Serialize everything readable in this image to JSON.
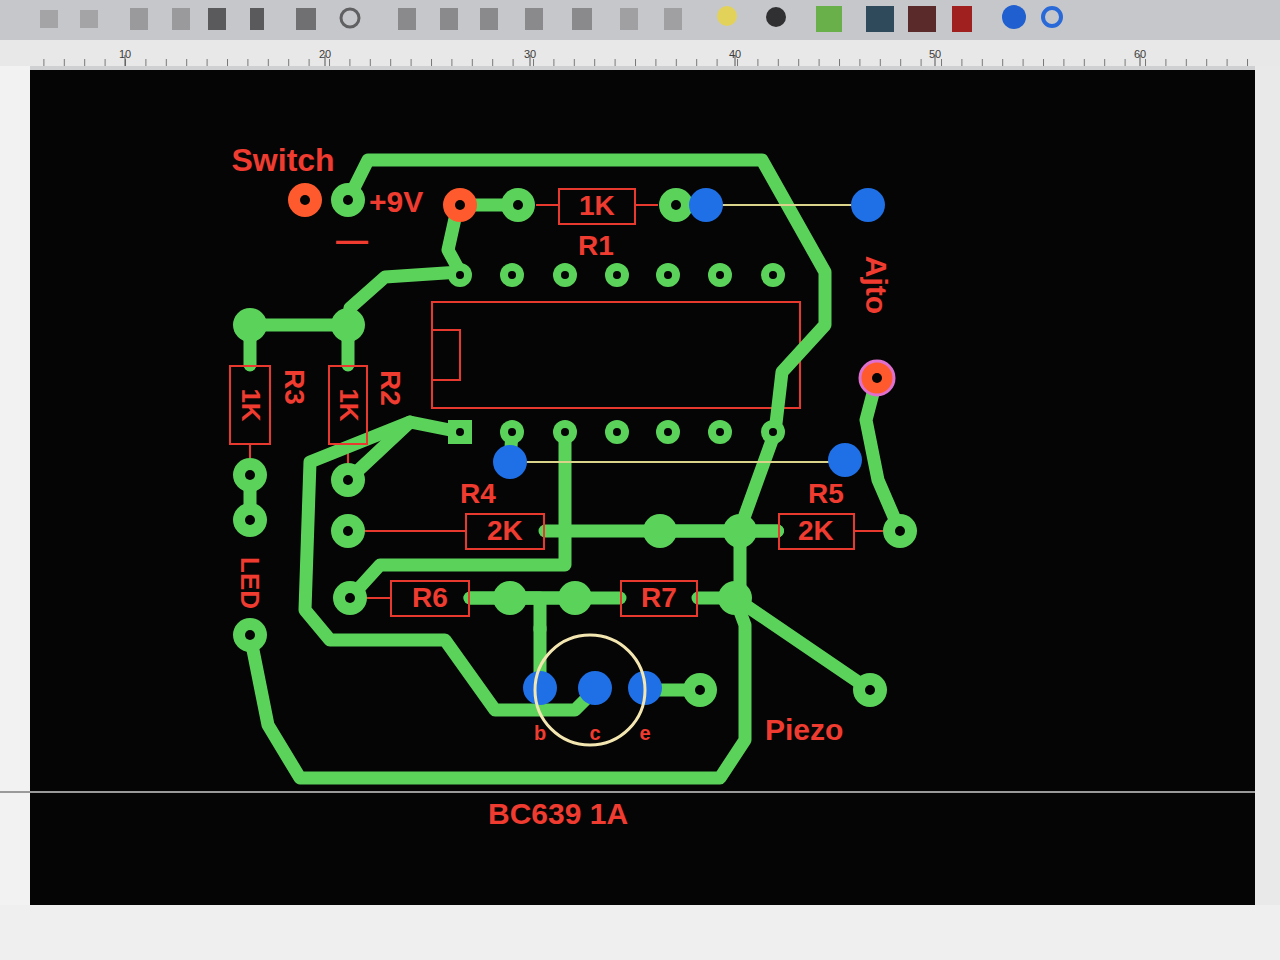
{
  "diagram": {
    "nodes": [
      {
        "text": [
          "1K",
          "R1"
        ]
      },
      {
        "text": [
          "1K",
          "R3"
        ]
      },
      {
        "text": [
          "1K",
          "R2"
        ]
      },
      {
        "text": [
          "2K",
          "R4"
        ]
      },
      {
        "text": [
          "2K",
          "R5"
        ]
      },
      {
        "text": [
          "R6"
        ]
      },
      {
        "text": [
          "R7"
        ]
      },
      {
        "text": [
          "b",
          "c",
          "e",
          "BC639 1A"
        ]
      }
    ],
    "edges": [
      {
        "from": 5,
        "to": 6,
        "arrow": "none"
      },
      {
        "from": 3,
        "to": 4,
        "arrow": "none"
      },
      {
        "from": 6,
        "to": 4,
        "arrow": "none"
      },
      {
        "from": 1,
        "to": 2,
        "arrow": "none"
      },
      {
        "from": 5,
        "to": 7,
        "arrow": "none"
      }
    ],
    "labels": [
      "10",
      "20",
      "30",
      "40",
      "50",
      "60",
      "Switch",
      "+9V",
      "—",
      "Ajto",
      "LED",
      "Piezo"
    ]
  }
}
